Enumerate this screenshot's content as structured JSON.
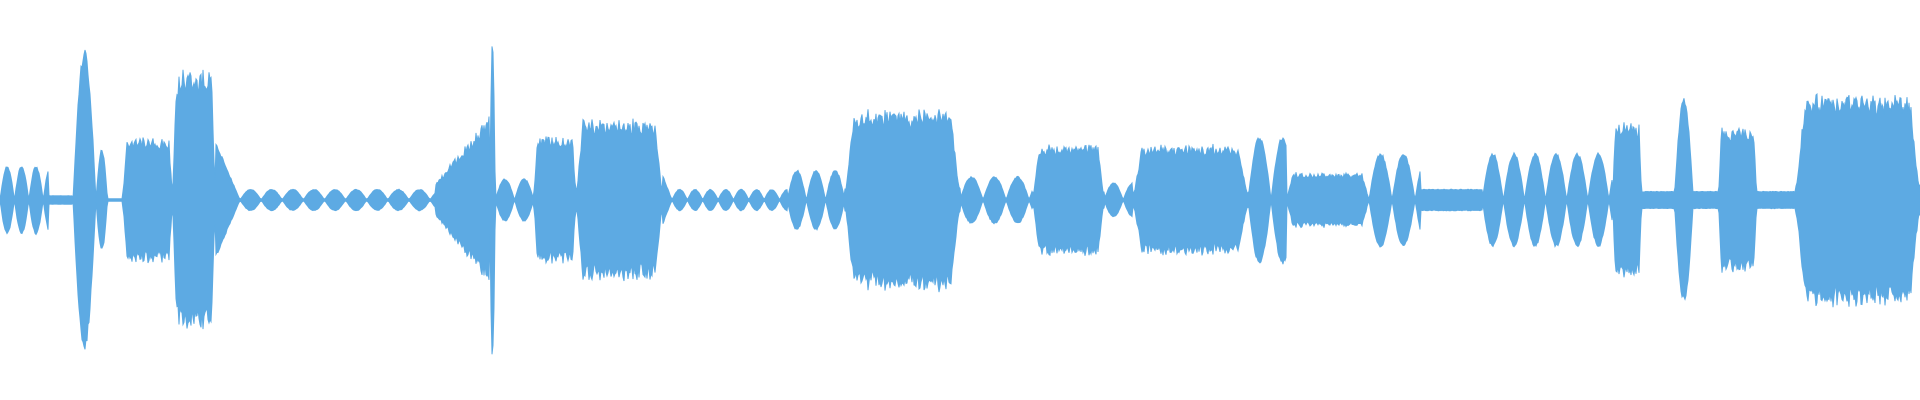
{
  "waveform": {
    "color": "#5DAAE3",
    "background": "#FFFFFF",
    "segments": [
      {
        "start": 0.0,
        "end": 0.025,
        "style": "ripple",
        "amp": 0.16,
        "period": 0.0075
      },
      {
        "start": 0.025,
        "end": 0.038,
        "style": "thin",
        "amp": 0.02
      },
      {
        "start": 0.038,
        "end": 0.05,
        "style": "bell",
        "amp": 0.7
      },
      {
        "start": 0.05,
        "end": 0.056,
        "style": "bell",
        "amp": 0.24
      },
      {
        "start": 0.064,
        "end": 0.09,
        "style": "block",
        "amp": 0.3
      },
      {
        "start": 0.09,
        "end": 0.112,
        "style": "block",
        "amp": 0.62
      },
      {
        "start": 0.112,
        "end": 0.125,
        "style": "decay",
        "amp": 0.28
      },
      {
        "start": 0.125,
        "end": 0.227,
        "style": "ripple",
        "amp": 0.05,
        "period": 0.011
      },
      {
        "start": 0.227,
        "end": 0.255,
        "style": "rampup",
        "amp": 0.4
      },
      {
        "start": 0.255,
        "end": 0.258,
        "style": "spike",
        "amp": 0.74
      },
      {
        "start": 0.258,
        "end": 0.278,
        "style": "ripple",
        "amp": 0.1,
        "period": 0.01
      },
      {
        "start": 0.278,
        "end": 0.3,
        "style": "block",
        "amp": 0.3
      },
      {
        "start": 0.3,
        "end": 0.345,
        "style": "block",
        "amp": 0.38
      },
      {
        "start": 0.345,
        "end": 0.35,
        "style": "decay",
        "amp": 0.12
      },
      {
        "start": 0.35,
        "end": 0.41,
        "style": "ripple",
        "amp": 0.05,
        "period": 0.008
      },
      {
        "start": 0.41,
        "end": 0.44,
        "style": "ripple",
        "amp": 0.14,
        "period": 0.01
      },
      {
        "start": 0.44,
        "end": 0.5,
        "style": "block",
        "amp": 0.43
      },
      {
        "start": 0.5,
        "end": 0.538,
        "style": "ripple",
        "amp": 0.11,
        "period": 0.012
      },
      {
        "start": 0.538,
        "end": 0.575,
        "style": "block",
        "amp": 0.26
      },
      {
        "start": 0.575,
        "end": 0.59,
        "style": "ripple",
        "amp": 0.08,
        "period": 0.01
      },
      {
        "start": 0.59,
        "end": 0.65,
        "style": "block",
        "amp": 0.26
      },
      {
        "start": 0.65,
        "end": 0.67,
        "style": "ripple",
        "amp": 0.3,
        "period": 0.012
      },
      {
        "start": 0.67,
        "end": 0.713,
        "style": "block",
        "amp": 0.13
      },
      {
        "start": 0.713,
        "end": 0.74,
        "style": "ripple",
        "amp": 0.22,
        "period": 0.012
      },
      {
        "start": 0.74,
        "end": 0.772,
        "style": "thin",
        "amp": 0.05
      },
      {
        "start": 0.772,
        "end": 0.84,
        "style": "ripple",
        "amp": 0.22,
        "period": 0.011
      },
      {
        "start": 0.84,
        "end": 0.855,
        "style": "block",
        "amp": 0.36
      },
      {
        "start": 0.855,
        "end": 0.872,
        "style": "thin",
        "amp": 0.04
      },
      {
        "start": 0.872,
        "end": 0.882,
        "style": "bell",
        "amp": 0.48
      },
      {
        "start": 0.882,
        "end": 0.895,
        "style": "thin",
        "amp": 0.04
      },
      {
        "start": 0.895,
        "end": 0.915,
        "style": "block",
        "amp": 0.34
      },
      {
        "start": 0.915,
        "end": 0.935,
        "style": "thin",
        "amp": 0.04
      },
      {
        "start": 0.935,
        "end": 1.0,
        "style": "block",
        "amp": 0.5
      }
    ]
  }
}
